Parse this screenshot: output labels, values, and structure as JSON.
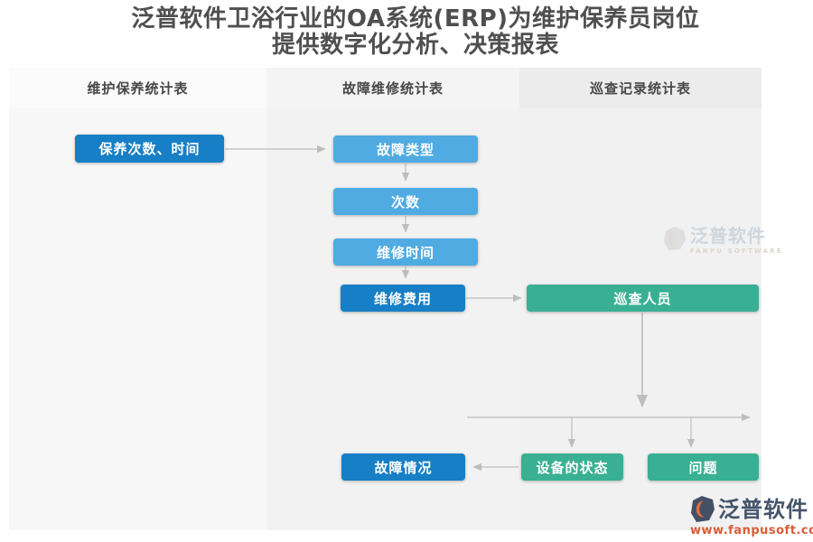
{
  "title": {
    "line1": "泛普软件卫浴行业的OA系统(ERP)为维护保养员岗位",
    "line2": "提供数字化分析、决策报表"
  },
  "columns": [
    {
      "header": "维护保养统计表"
    },
    {
      "header": "故障维修统计表"
    },
    {
      "header": "巡查记录统计表"
    }
  ],
  "nodes": [
    {
      "id": "maintenance-count-time",
      "label": "保养次数、时间",
      "column": "维护保养统计表",
      "style": "dark-blue"
    },
    {
      "id": "fault-type",
      "label": "故障类型",
      "column": "故障维修统计表",
      "style": "light-blue"
    },
    {
      "id": "count",
      "label": "次数",
      "column": "故障维修统计表",
      "style": "light-blue"
    },
    {
      "id": "repair-time",
      "label": "维修时间",
      "column": "故障维修统计表",
      "style": "light-blue"
    },
    {
      "id": "repair-cost",
      "label": "维修费用",
      "column": "故障维修统计表",
      "style": "dark-blue"
    },
    {
      "id": "inspector",
      "label": "巡查人员",
      "column": "巡查记录统计表",
      "style": "teal"
    },
    {
      "id": "fault-status",
      "label": "故障情况",
      "column": "故障维修统计表",
      "style": "dark-blue"
    },
    {
      "id": "equipment-status",
      "label": "设备的状态",
      "column": "巡查记录统计表",
      "style": "teal"
    },
    {
      "id": "issues",
      "label": "问题",
      "column": "巡查记录统计表",
      "style": "teal"
    }
  ],
  "edges": [
    {
      "from": "保养次数、时间",
      "to": "故障类型"
    },
    {
      "from": "故障类型",
      "to": "次数"
    },
    {
      "from": "次数",
      "to": "维修时间"
    },
    {
      "from": "维修时间",
      "to": "维修费用"
    },
    {
      "from": "维修费用",
      "to": "巡查人员"
    },
    {
      "from": "巡查人员",
      "to": "设备的状态"
    },
    {
      "from": "巡查人员",
      "to": "问题"
    },
    {
      "from": "设备的状态",
      "to": "故障情况"
    }
  ],
  "watermark": {
    "text": "泛普软件",
    "subtext": "FANPU SOFTWARE"
  },
  "footer_logo": {
    "text": "泛普软件",
    "url": "www.fanpusoft.com"
  },
  "colors": {
    "dark_blue": "#177fc5",
    "light_blue": "#4fabe1",
    "teal": "#39b094",
    "arrow": "#c3c3c3",
    "title_text": "#4f4f4f",
    "logo_text": "#44546a",
    "logo_url": "#d85c35"
  }
}
